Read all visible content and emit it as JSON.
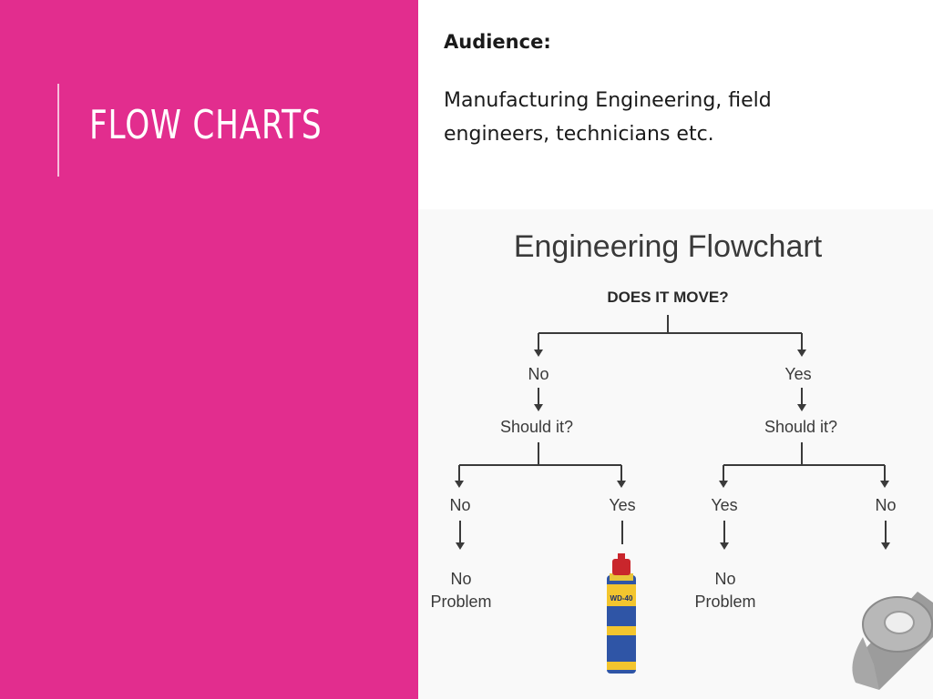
{
  "slide": {
    "title": "FLOW CHARTS",
    "audience_heading": "Audience:",
    "audience_body": "Manufacturing Engineering, field engineers, technicians etc."
  },
  "flowchart": {
    "title": "Engineering Flowchart",
    "root": "DOES IT MOVE?",
    "branch_left": "No",
    "branch_right": "Yes",
    "question_left": "Should it?",
    "question_right": "Should it?",
    "leaf_1": "No",
    "leaf_2": "Yes",
    "leaf_3": "Yes",
    "leaf_4": "No",
    "outcome_1_line1": "No",
    "outcome_1_line2": "Problem",
    "outcome_3_line1": "No",
    "outcome_3_line2": "Problem",
    "spray_can_label": "WD-40",
    "spray_can_icon": "spray-can-icon",
    "duct_tape_icon": "duct-tape-icon"
  },
  "colors": {
    "accent_panel": "#e22d8e",
    "panel_text": "#ffffff",
    "body_text": "#1a1a1a",
    "chart_ink": "#3a3a3a"
  }
}
